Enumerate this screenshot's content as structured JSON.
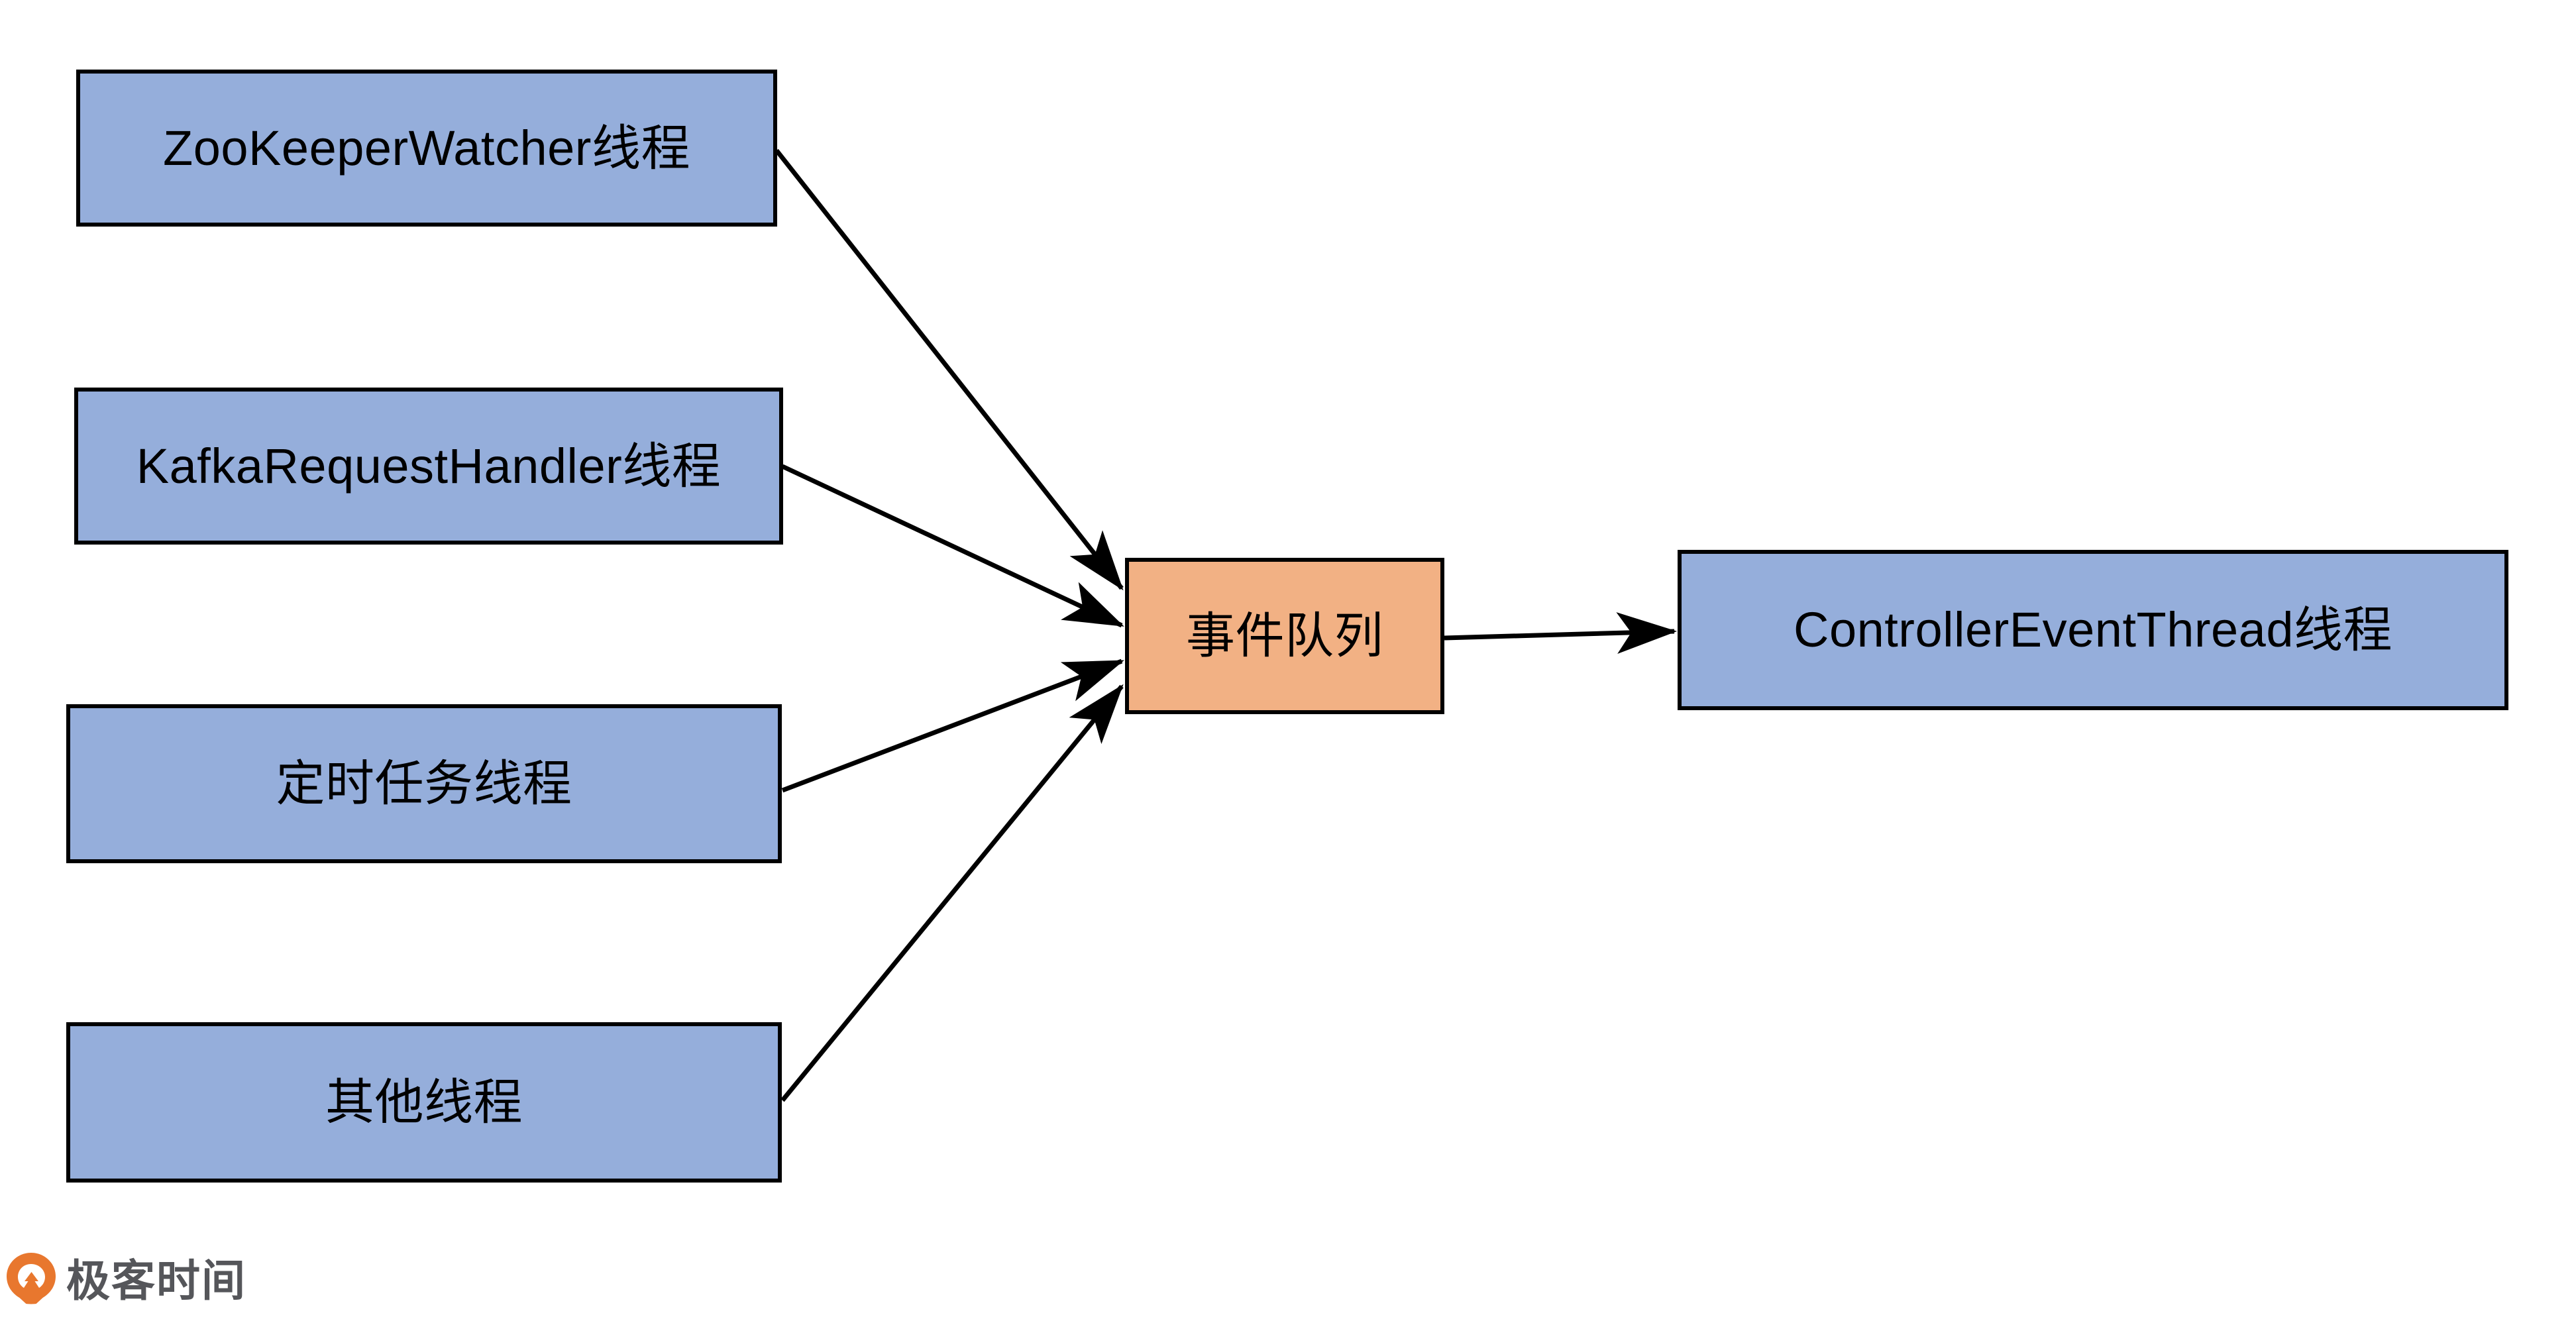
{
  "diagram": {
    "type": "flow-diagram",
    "background_color": "#ffffff",
    "node_blue_fill": "#95aedb",
    "node_orange_fill": "#f2b184",
    "node_border_color": "#000000",
    "edge_color": "#000000",
    "nodes": [
      {
        "id": "zk",
        "label": "ZooKeeperWatcher线程"
      },
      {
        "id": "krh",
        "label": "KafkaRequestHandler线程"
      },
      {
        "id": "sched",
        "label": "定时任务线程"
      },
      {
        "id": "other",
        "label": "其他线程"
      },
      {
        "id": "queue",
        "label": "事件队列"
      },
      {
        "id": "cet",
        "label": "ControllerEventThread线程"
      }
    ],
    "edges": [
      {
        "from": "zk",
        "to": "queue"
      },
      {
        "from": "krh",
        "to": "queue"
      },
      {
        "from": "sched",
        "to": "queue"
      },
      {
        "from": "other",
        "to": "queue"
      },
      {
        "from": "queue",
        "to": "cet"
      }
    ]
  },
  "watermark": {
    "text": "极客时间",
    "mark_color": "#e8772e",
    "text_color": "#55565a"
  }
}
